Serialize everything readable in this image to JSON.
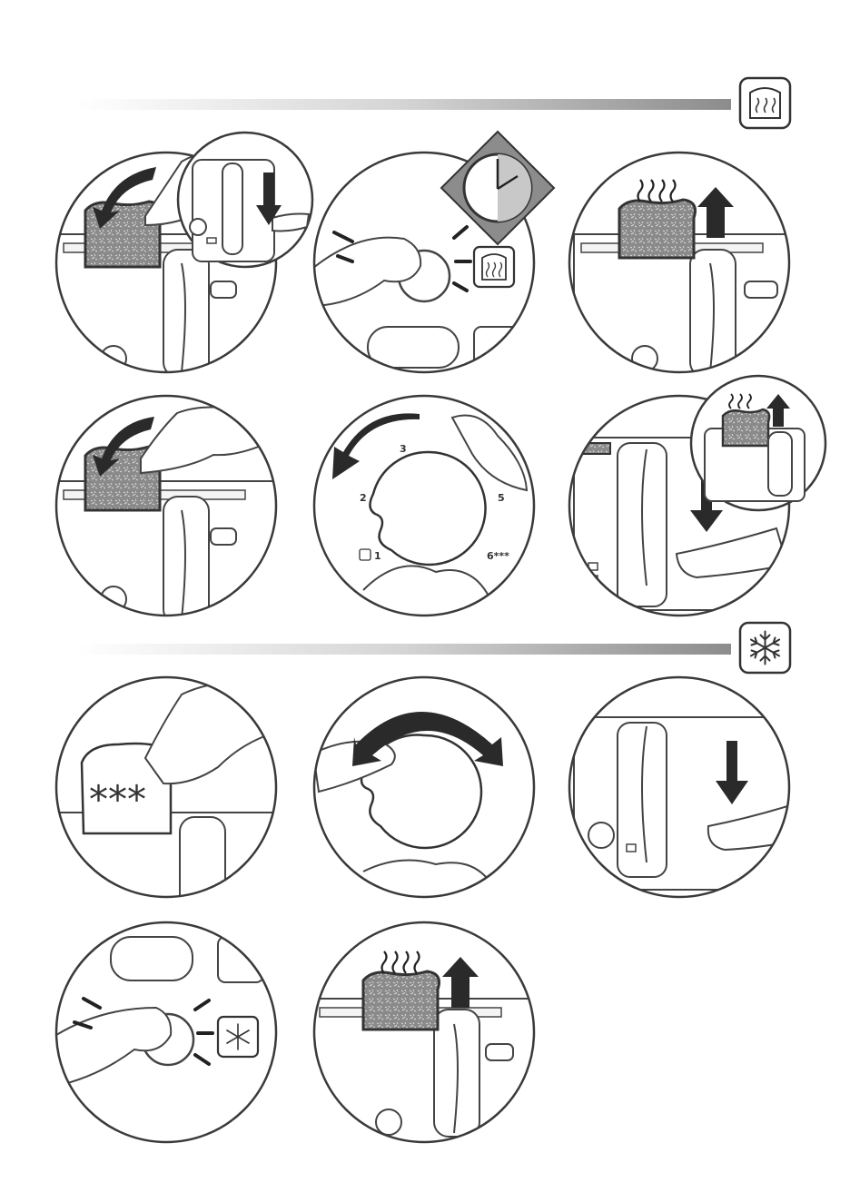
{
  "sections": {
    "toasting": {
      "icon": "toast-steam-icon"
    },
    "defrost": {
      "icon": "snowflake-icon"
    }
  },
  "dial": {
    "labels": [
      "1",
      "2",
      "3",
      "5",
      "6***"
    ]
  },
  "bread_marking": "***",
  "colors": {
    "outline": "#3a3a3a",
    "bread": "#8a8a8a",
    "arrow": "#2a2a2a",
    "bar_dark": "#8c8c8c"
  }
}
